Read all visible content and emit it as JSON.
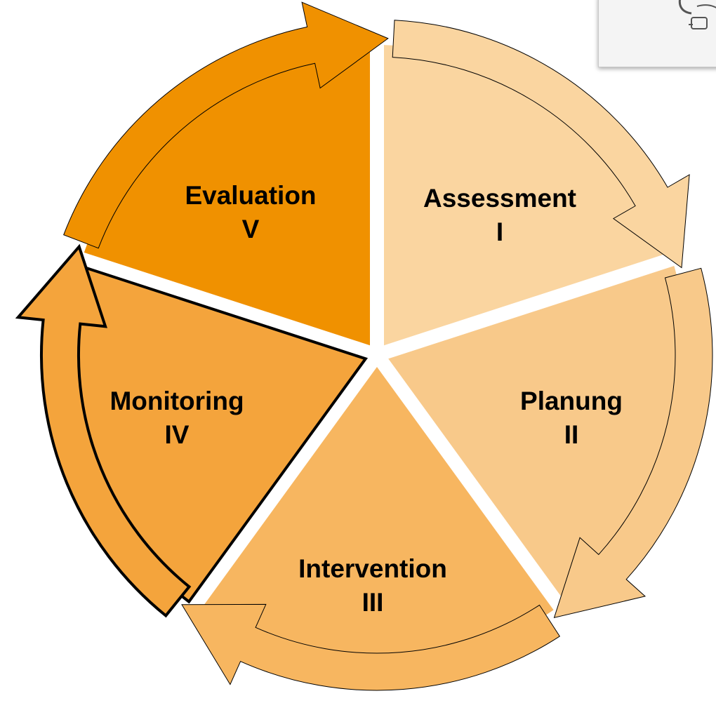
{
  "segments": [
    {
      "id": "assessment",
      "title": "Assessment",
      "numeral": "I",
      "color": "#fad5a0"
    },
    {
      "id": "planung",
      "title": "Planung",
      "numeral": "II",
      "color": "#f8c98a"
    },
    {
      "id": "intervention",
      "title": "Intervention",
      "numeral": "III",
      "color": "#f7b660"
    },
    {
      "id": "monitoring",
      "title": "Monitoring",
      "numeral": "IV",
      "color": "#f4a43c"
    },
    {
      "id": "evaluation",
      "title": "Evaluation",
      "numeral": "V",
      "color": "#f09100"
    }
  ],
  "colors": {
    "outline": "#000000",
    "background": "#ffffff"
  },
  "highlighted_segment": "monitoring"
}
